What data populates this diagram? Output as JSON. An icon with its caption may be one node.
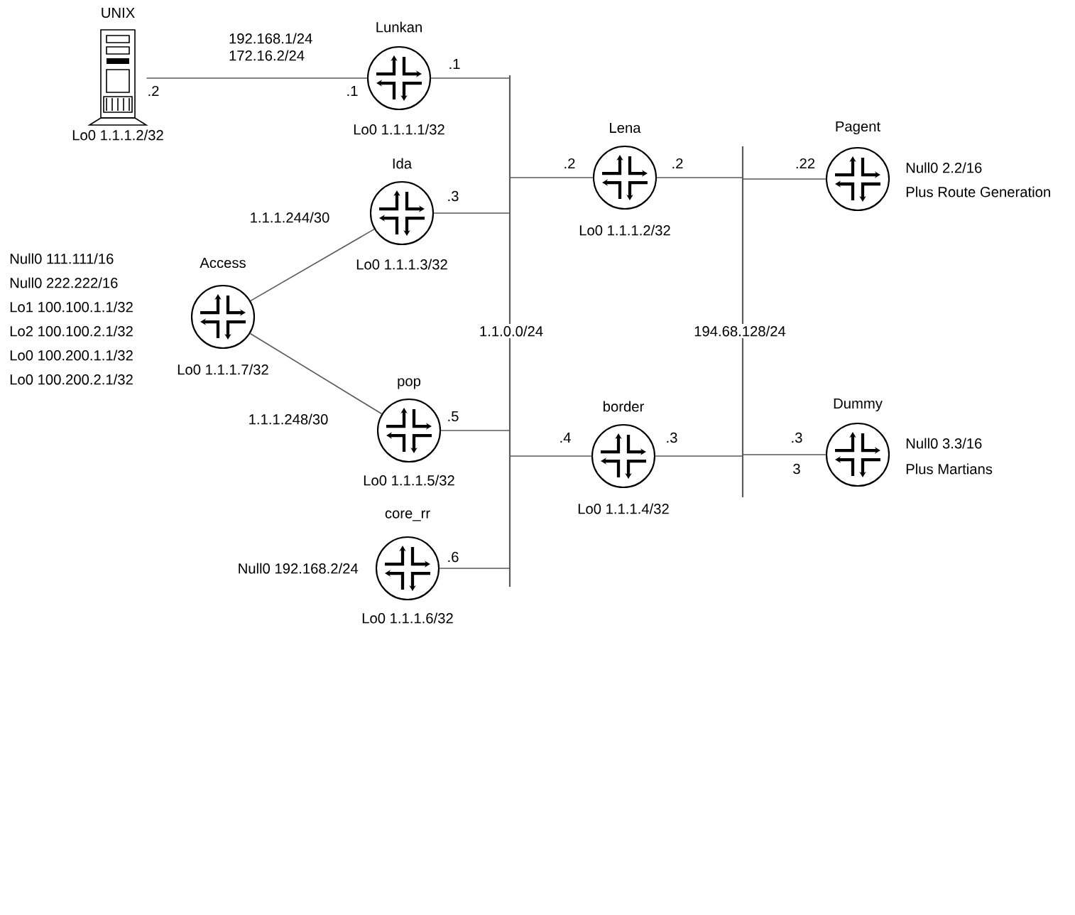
{
  "diagram": {
    "nodes": [
      {
        "text": [
          "UNIX"
        ],
        "beside": [
          "Lo0 1.1.1.2/32"
        ]
      },
      {
        "text": [
          "Lunkan"
        ],
        "beside": [
          "Lo0 1.1.1.1/32"
        ]
      },
      {
        "text": [
          "Ida"
        ],
        "beside": [
          "Lo0 1.1.1.3/32"
        ]
      },
      {
        "text": [
          "Access"
        ],
        "beside": [
          "Null0 111.111/16",
          "Null0 222.222/16",
          "Lo1 100.100.1.1/32",
          "Lo2 100.100.2.1/32",
          "Lo0 100.200.1.1/32",
          "Lo0 100.200.2.1/32",
          "Lo0 1.1.1.7/32"
        ]
      },
      {
        "text": [
          "pop"
        ],
        "beside": [
          "Lo0 1.1.1.5/32"
        ]
      },
      {
        "text": [
          "core_rr"
        ],
        "beside": [
          "Null0 192.168.2/24",
          "Lo0 1.1.1.6/32"
        ]
      },
      {
        "text": [
          "1.1.0.0/24"
        ]
      },
      {
        "text": [
          "Lena"
        ],
        "beside": [
          "Lo0 1.1.1.2/32"
        ]
      },
      {
        "text": [
          "border"
        ],
        "beside": [
          "Lo0 1.1.1.4/32"
        ]
      },
      {
        "text": [
          "194.68.128/24"
        ]
      },
      {
        "text": [
          "Pagent"
        ],
        "beside": [
          "Null0 2.2/16",
          "Plus Route Generation"
        ]
      },
      {
        "text": [
          "Dummy"
        ],
        "beside": [
          "Null0 3.3/16",
          "Plus Martians"
        ]
      }
    ],
    "edges": [
      {
        "from": 0,
        "to": 1,
        "arrow": "none",
        "label": "192.168.1/24 172.16.2/24"
      },
      {
        "from": 1,
        "to": 6,
        "arrow": "none"
      },
      {
        "from": 3,
        "to": 2,
        "arrow": "none",
        "label": "1.1.1.244/30"
      },
      {
        "from": 2,
        "to": 6,
        "arrow": "none"
      },
      {
        "from": 3,
        "to": 4,
        "arrow": "none",
        "label": "1.1.1.248/30"
      },
      {
        "from": 4,
        "to": 6,
        "arrow": "none"
      },
      {
        "from": 5,
        "to": 6,
        "arrow": "none"
      },
      {
        "from": 6,
        "to": 7,
        "arrow": "none"
      },
      {
        "from": 7,
        "to": 9,
        "arrow": "none"
      },
      {
        "from": 6,
        "to": 8,
        "arrow": "none"
      },
      {
        "from": 8,
        "to": 9,
        "arrow": "none"
      },
      {
        "from": 9,
        "to": 10,
        "arrow": "none"
      },
      {
        "from": 9,
        "to": 11,
        "arrow": "none"
      }
    ],
    "labels": [
      ".1",
      ".2",
      ".1",
      ".2",
      ".2",
      ".22",
      ".3",
      ".5",
      ".4",
      ".3",
      ".3",
      "3",
      ".6"
    ]
  }
}
